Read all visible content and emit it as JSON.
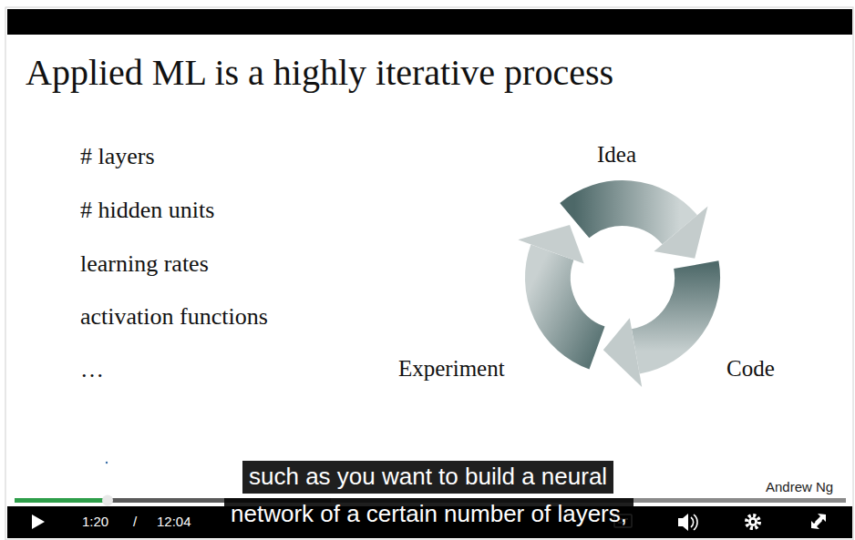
{
  "diagram": {
    "title": "Applied ML is a highly iterative process",
    "labels": [
      "# layers",
      "# hidden units",
      "learning rates",
      "activation functions",
      "…",
      "Idea",
      "Experiment",
      "Code",
      "Andrew Ng",
      "such as you want to build a neural",
      "network of a certain number of layers,",
      "1:20",
      "/",
      "12:04"
    ]
  }
}
